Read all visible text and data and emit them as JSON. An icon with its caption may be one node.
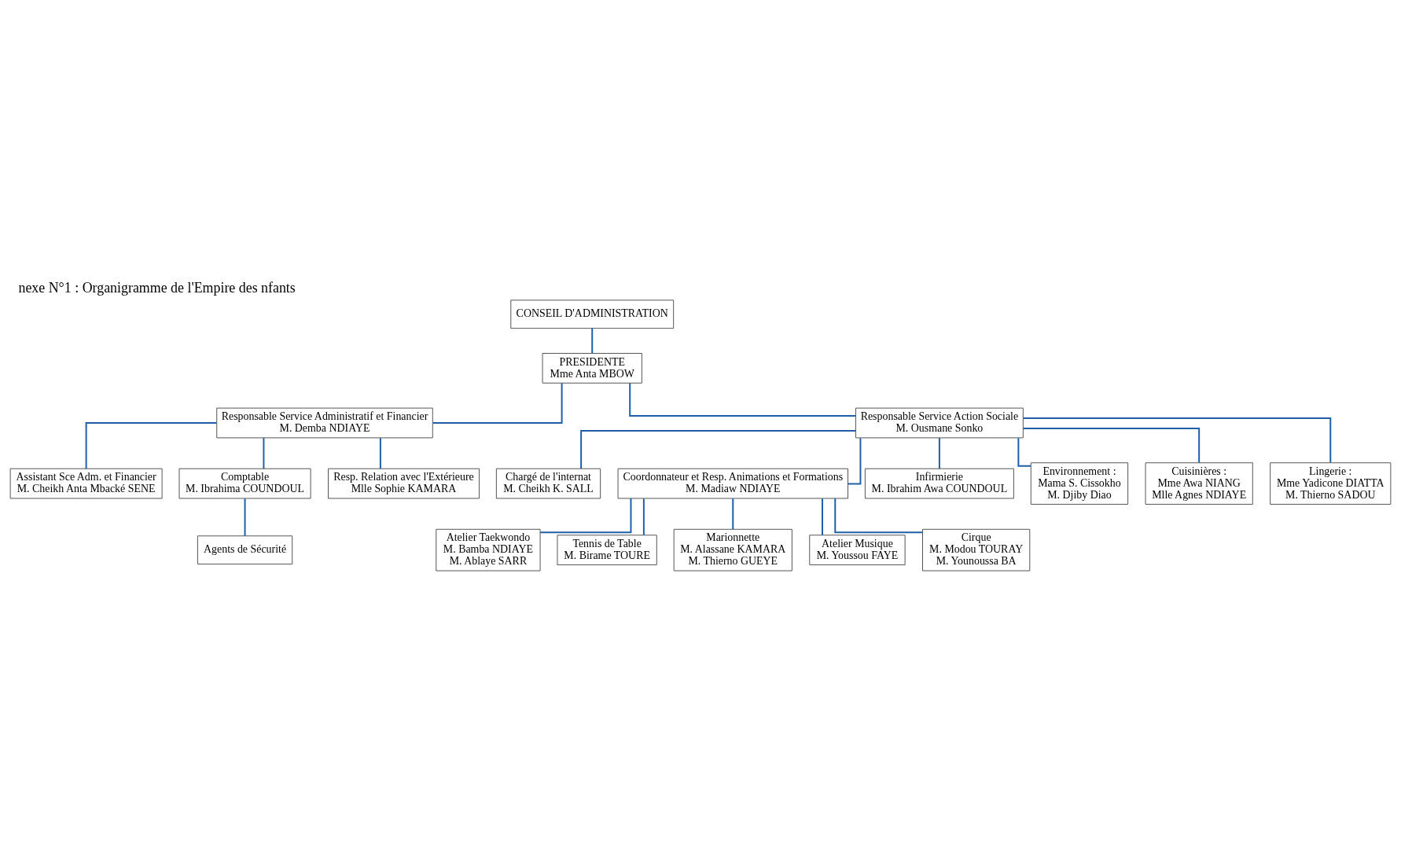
{
  "diagram": {
    "title": "nexe N°1 : Organigramme de l'Empire des nfants",
    "nodes": [
      {
        "text": [
          "CONSEIL D'ADMINISTRATION"
        ]
      },
      {
        "text": [
          "PRESIDENTE",
          "Mme Anta MBOW"
        ]
      },
      {
        "text": [
          "Responsable Service Administratif et Financier",
          "M. Demba NDIAYE"
        ]
      },
      {
        "text": [
          "Responsable Service Action Sociale",
          "M. Ousmane Sonko"
        ]
      },
      {
        "text": [
          "Assistant Sce Adm. et Financier",
          "M. Cheikh Anta Mbacké SENE"
        ]
      },
      {
        "text": [
          "Comptable",
          "M. Ibrahima COUNDOUL"
        ]
      },
      {
        "text": [
          "Resp. Relation avec l'Extérieure",
          "Mlle Sophie KAMARA"
        ]
      },
      {
        "text": [
          "Agents de Sécurité"
        ]
      },
      {
        "text": [
          "Chargé de l'internat",
          "M. Cheikh K. SALL"
        ]
      },
      {
        "text": [
          "Coordonnateur et Resp. Animations et Formations",
          "M. Madiaw NDIAYE"
        ]
      },
      {
        "text": [
          "Infirmierie",
          "M. Ibrahim Awa COUNDOUL"
        ]
      },
      {
        "text": [
          "Environnement :",
          "Mama S. Cissokho",
          "M. Djiby Diao"
        ]
      },
      {
        "text": [
          "Cuisinières :",
          "Mme Awa NIANG",
          "Mlle Agnes NDIAYE"
        ]
      },
      {
        "text": [
          "Lingerie :",
          "Mme Yadicone DIATTA",
          "M. Thierno SADOU"
        ]
      },
      {
        "text": [
          "Atelier Taekwondo",
          "M. Bamba NDIAYE",
          "M. Ablaye SARR"
        ]
      },
      {
        "text": [
          "Tennis de Table",
          "M. Birame TOURE"
        ]
      },
      {
        "text": [
          "Marionnette",
          "M. Alassane KAMARA",
          "M. Thierno GUEYE"
        ]
      },
      {
        "text": [
          "Atelier Musique",
          "M. Youssou FAYE"
        ]
      },
      {
        "text": [
          "Cirque",
          "M. Modou TOURAY",
          "M. Younoussa BA"
        ]
      }
    ],
    "edges": [
      {
        "from": 0,
        "to": 1,
        "arrow": "none"
      },
      {
        "from": 1,
        "to": 2,
        "arrow": "none"
      },
      {
        "from": 1,
        "to": 3,
        "arrow": "none"
      },
      {
        "from": 2,
        "to": 4,
        "arrow": "none"
      },
      {
        "from": 2,
        "to": 5,
        "arrow": "none"
      },
      {
        "from": 2,
        "to": 6,
        "arrow": "none"
      },
      {
        "from": 5,
        "to": 7,
        "arrow": "none"
      },
      {
        "from": 3,
        "to": 8,
        "arrow": "none"
      },
      {
        "from": 3,
        "to": 9,
        "arrow": "none"
      },
      {
        "from": 3,
        "to": 10,
        "arrow": "none"
      },
      {
        "from": 3,
        "to": 11,
        "arrow": "none"
      },
      {
        "from": 3,
        "to": 12,
        "arrow": "none"
      },
      {
        "from": 3,
        "to": 13,
        "arrow": "none"
      },
      {
        "from": 9,
        "to": 14,
        "arrow": "none"
      },
      {
        "from": 9,
        "to": 15,
        "arrow": "none"
      },
      {
        "from": 9,
        "to": 16,
        "arrow": "none"
      },
      {
        "from": 9,
        "to": 17,
        "arrow": "none"
      },
      {
        "from": 9,
        "to": 18,
        "arrow": "none"
      }
    ]
  }
}
